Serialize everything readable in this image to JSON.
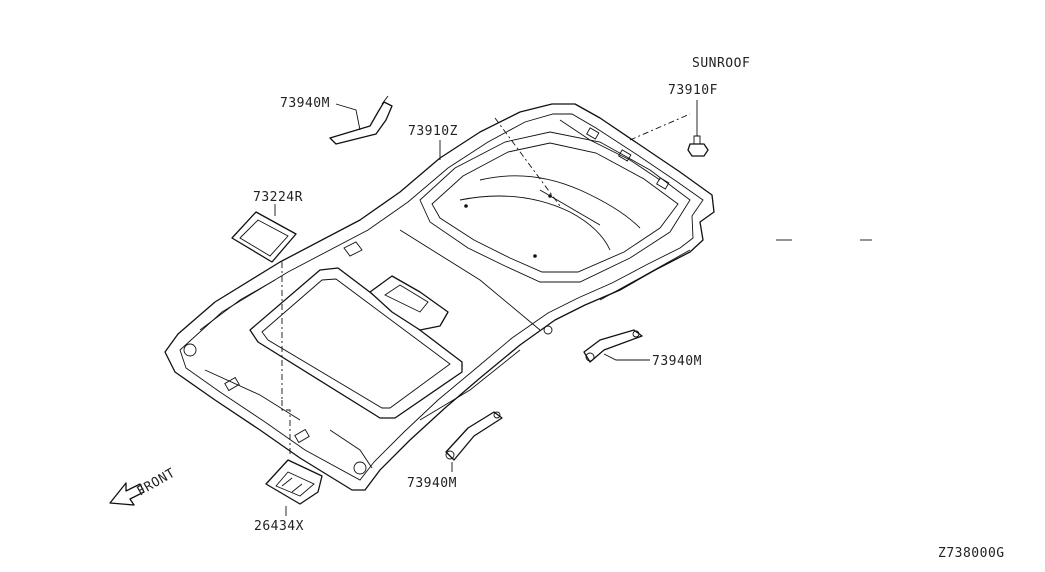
{
  "labels": {
    "sunroof": "SUNRΟΟF",
    "p73910F": "73910F",
    "p73940M_top": "73940M",
    "p73910Z": "73910Z",
    "p73224R": "73224R",
    "p73940M_right": "73940M",
    "p73940M_bottom": "73940M",
    "p26434X": "26434X",
    "front": "FRONT",
    "diagram_code": "Z738000G"
  }
}
